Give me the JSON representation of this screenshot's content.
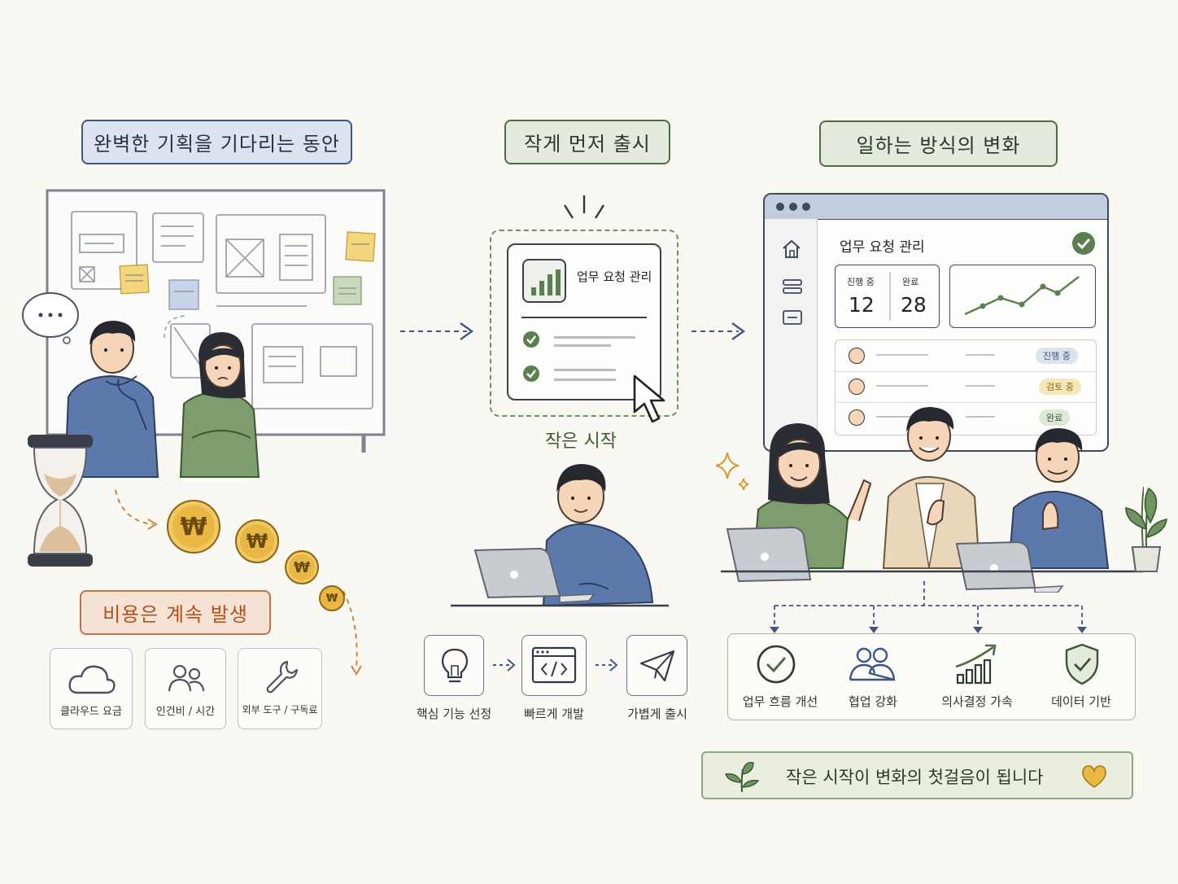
{
  "left": {
    "title": "완벽한 기획을 기다리는 동안",
    "cost_title": "비용은 계속 발생",
    "cost_items": [
      {
        "label": "클라우드 요금",
        "icon": "cloud-icon"
      },
      {
        "label": "인건비 / 시간",
        "icon": "people-icon"
      },
      {
        "label": "외부 도구 / 구독료",
        "icon": "wrench-icon"
      }
    ],
    "coin_symbol": "₩",
    "speech": "..."
  },
  "middle": {
    "title": "작게 먼저 출시",
    "app_card_title": "업무 요청 관리",
    "small_start": "작은 시작",
    "steps": [
      {
        "label": "핵심 기능 선정",
        "icon": "lightbulb-icon"
      },
      {
        "label": "빠르게 개발",
        "icon": "code-icon"
      },
      {
        "label": "가볍게 출시",
        "icon": "paper-plane-icon"
      }
    ]
  },
  "right": {
    "title": "일하는 방식의 변화",
    "dashboard": {
      "title": "업무 요청 관리",
      "stats": [
        {
          "label": "진행 중",
          "value": "12"
        },
        {
          "label": "완료",
          "value": "28"
        }
      ],
      "rows": [
        {
          "status": "진행 중",
          "color": "#dde3ee",
          "text_color": "#3f5685"
        },
        {
          "status": "검토 중",
          "color": "#f6e7b8",
          "text_color": "#8a6a14"
        },
        {
          "status": "완료",
          "color": "#dde8d6",
          "text_color": "#3f5f36"
        }
      ]
    },
    "benefits": [
      {
        "label": "업무 흐름 개선",
        "icon": "check-circle-icon"
      },
      {
        "label": "협업 강화",
        "icon": "team-icon"
      },
      {
        "label": "의사결정 가속",
        "icon": "growth-chart-icon"
      },
      {
        "label": "데이터 기반",
        "icon": "shield-check-icon"
      }
    ],
    "footer": "작은 시작이 변화의 첫걸음이 됩니다"
  },
  "colors": {
    "blue": "#3f5685",
    "green": "#4d6e44",
    "orange": "#c8703d",
    "gold": "#e3ad3b",
    "background": "#faf8f3"
  }
}
